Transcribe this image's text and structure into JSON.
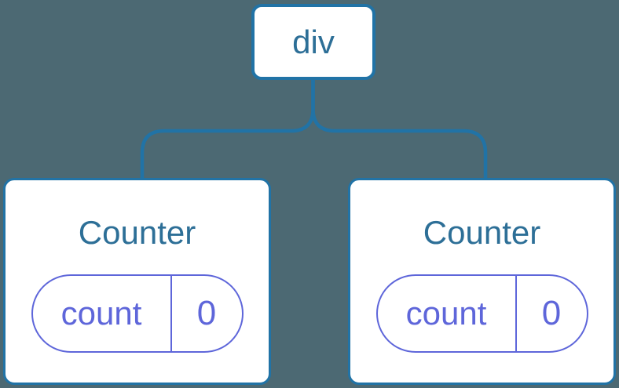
{
  "diagram": {
    "kind": "component-tree",
    "colors": {
      "background": "#4C6973",
      "node_border_blue": "#2173A6",
      "connector_blue": "#2173A6",
      "label_blue": "#2D6F97",
      "state_purple": "#5E66DA",
      "node_background": "#FFFFFF"
    },
    "root": {
      "label": "div"
    },
    "children": [
      {
        "title": "Counter",
        "state_pill": {
          "name": "count",
          "value": "0"
        }
      },
      {
        "title": "Counter",
        "state_pill": {
          "name": "count",
          "value": "0"
        }
      }
    ]
  }
}
